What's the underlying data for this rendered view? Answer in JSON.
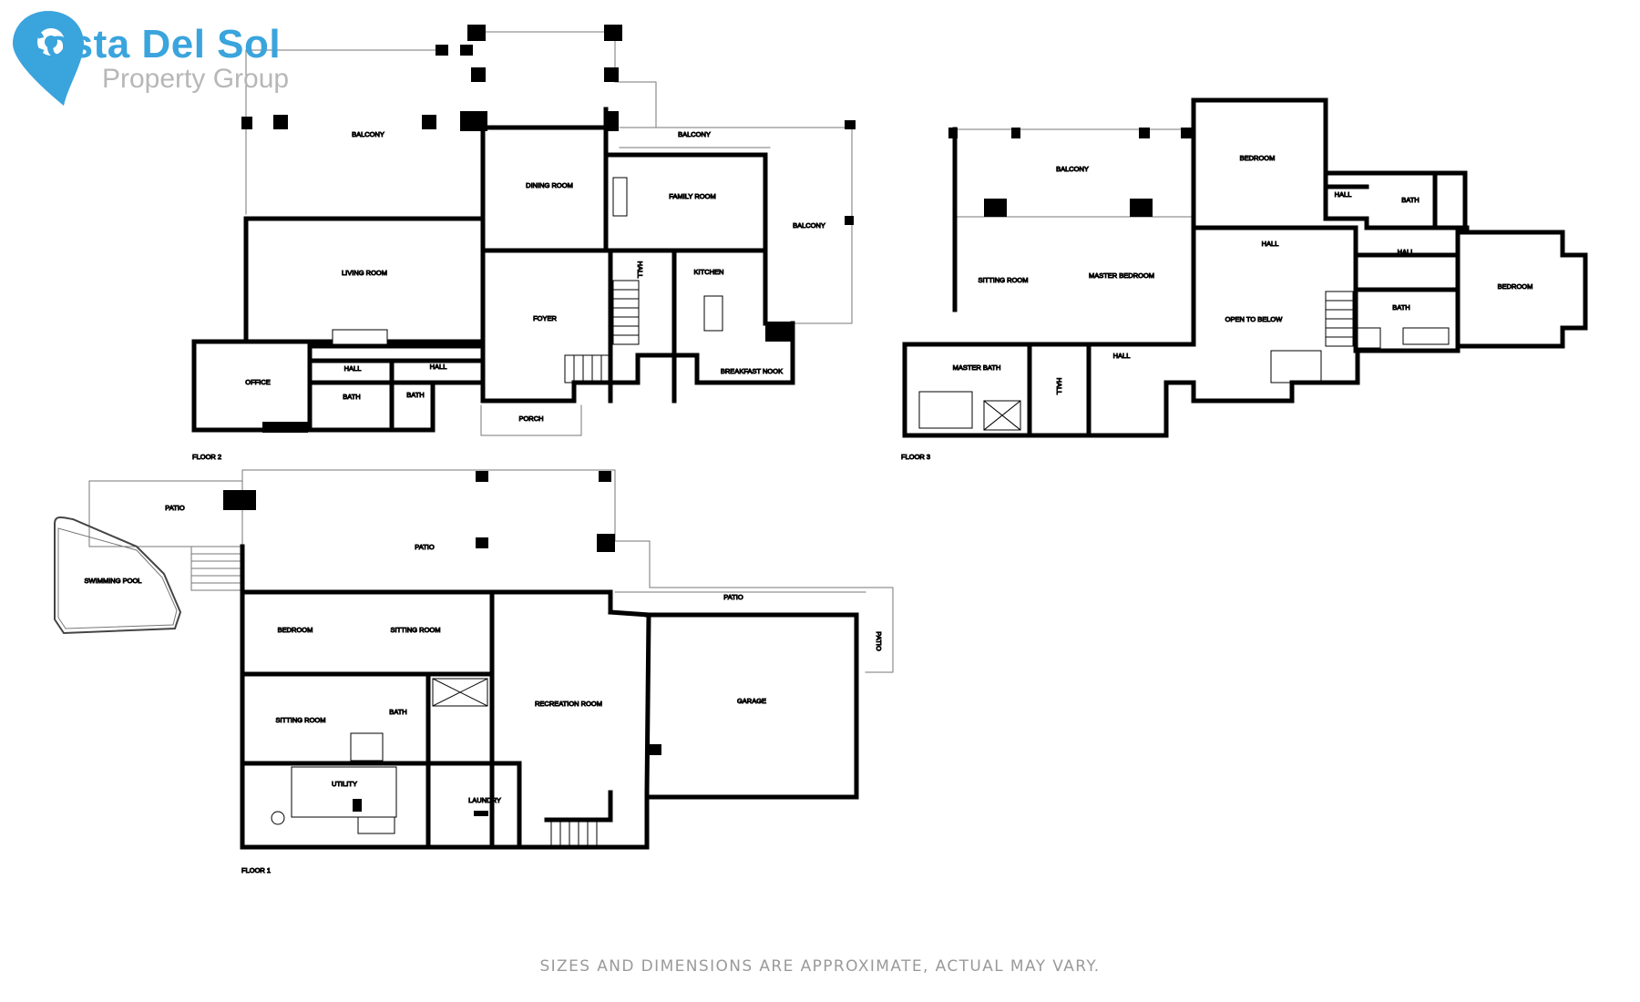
{
  "brand": {
    "name": "Costa Del Sol",
    "tagline": "Property Group",
    "accent_color": "#3aa4dd",
    "pin_icon": "map-pin-icon"
  },
  "floors": {
    "floor2": {
      "title": "FLOOR 2",
      "rooms": {
        "balcony_main": "BALCONY",
        "balcony_top": "BALCONY",
        "balcony_right": "BALCONY",
        "dining_room": "DINING ROOM",
        "family_room": "FAMILY ROOM",
        "living_room": "LIVING ROOM",
        "foyer": "FOYER",
        "hall_small": "HALL",
        "kitchen": "KITCHEN",
        "office": "OFFICE",
        "hall_1": "HALL",
        "hall_2": "HALL",
        "bath_1": "BATH",
        "bath_2": "BATH",
        "porch": "PORCH",
        "breakfast_nook": "BREAKFAST NOOK"
      }
    },
    "floor3": {
      "title": "FLOOR 3",
      "rooms": {
        "balcony": "BALCONY",
        "bedroom_1": "BEDROOM",
        "hall_top": "HALL",
        "bath_top": "BATH",
        "hall_mid": "HALL",
        "hall_right": "HALL",
        "sitting_room": "SITTING ROOM",
        "master_bedroom": "MASTER BEDROOM",
        "open_to_below": "OPEN TO BELOW",
        "bath_right": "BATH",
        "bedroom_2": "BEDROOM",
        "master_bath": "MASTER BATH",
        "hall_vertical": "HALL",
        "hall_bottom": "HALL"
      }
    },
    "floor1": {
      "title": "FLOOR 1",
      "rooms": {
        "patio_left": "PATIO",
        "swimming_pool": "SWIMMING POOL",
        "patio_center": "PATIO",
        "patio_right": "PATIO",
        "patio_vertical": "PATIO",
        "bedroom": "BEDROOM",
        "sitting_room_top": "SITTING ROOM",
        "recreation_room": "RECREATION ROOM",
        "garage": "GARAGE",
        "sitting_room_bottom": "SITTING ROOM",
        "bath": "BATH",
        "utility": "UTILITY",
        "laundry": "LAUNDRY"
      }
    }
  },
  "disclaimer": "SIZES AND DIMENSIONS ARE APPROXIMATE, ACTUAL MAY VARY."
}
